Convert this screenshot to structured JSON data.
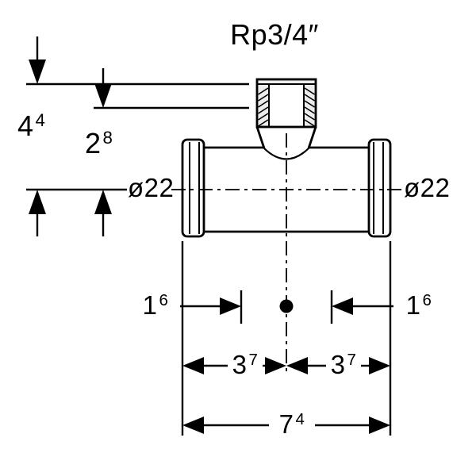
{
  "drawing": {
    "thread_label": "Rp3/4″",
    "diameter_left": "ø22",
    "diameter_right": "ø22",
    "dim_total_height": {
      "base": "4",
      "sup": "4"
    },
    "dim_branch_height": {
      "base": "2",
      "sup": "8"
    },
    "dim_z_left": {
      "base": "1",
      "sup": "6"
    },
    "dim_z_right": {
      "base": "1",
      "sup": "6"
    },
    "dim_center_left": {
      "base": "3",
      "sup": "7"
    },
    "dim_center_right": {
      "base": "3",
      "sup": "7"
    },
    "dim_total_length": {
      "base": "7",
      "sup": "4"
    }
  },
  "colors": {
    "line": "#000000",
    "background": "#ffffff",
    "branch_fill": "#ececec"
  }
}
